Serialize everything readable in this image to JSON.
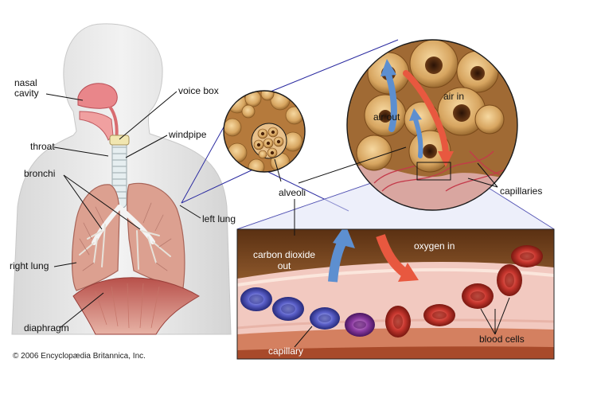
{
  "labels": {
    "nasal_cavity": [
      "nasal",
      "cavity"
    ],
    "voice_box": "voice box",
    "windpipe": "windpipe",
    "throat": "throat",
    "bronchi": "bronchi",
    "left_lung": "left lung",
    "right_lung": "right lung",
    "diaphragm": "diaphragm",
    "alveoli": "alveoli",
    "air_in": "air in",
    "air_out": "air out",
    "capillaries": "capillaries",
    "carbon_dioxide_out": [
      "carbon dioxide",
      "out"
    ],
    "oxygen_in": "oxygen in",
    "capillary": "capillary",
    "blood_cells": "blood cells"
  },
  "copyright": "© 2006 Encyclopædia Britannica, Inc.",
  "colors": {
    "lung": "#d99a8a",
    "blood_cell_red": "#c8372f",
    "blood_cell_blue": "#5a5fc8",
    "oxygen_arrow": "#e8583f",
    "co2_arrow": "#5d8fd0",
    "tissue_brown": "#7a4a22"
  }
}
